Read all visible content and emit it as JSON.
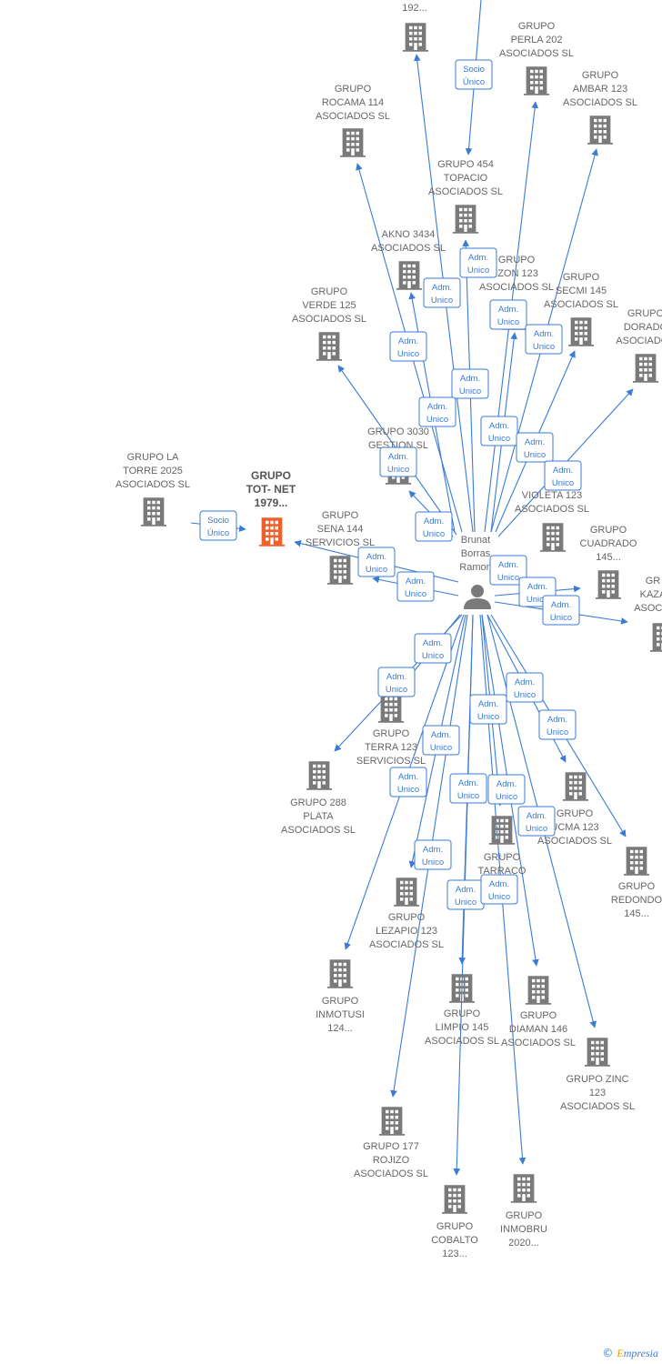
{
  "diagram": {
    "center_person": {
      "name_lines": [
        "Brunat",
        "Borras",
        "Ramon"
      ]
    },
    "focus_company": {
      "name_lines": [
        "GRUPO",
        "TOT- NET",
        "1979..."
      ]
    },
    "companies": [
      {
        "id": "c192",
        "lines": [
          "192..."
        ]
      },
      {
        "id": "perla",
        "lines": [
          "GRUPO",
          "PERLA 202",
          "ASOCIADOS  SL"
        ]
      },
      {
        "id": "ambar",
        "lines": [
          "GRUPO",
          "AMBAR 123",
          "ASOCIADOS  SL"
        ]
      },
      {
        "id": "rocama",
        "lines": [
          "GRUPO",
          "ROCAMA 114",
          "ASOCIADOS  SL"
        ]
      },
      {
        "id": "topacio",
        "lines": [
          "GRUPO 454",
          "TOPACIO",
          "ASOCIADOS  SL"
        ]
      },
      {
        "id": "akno",
        "lines": [
          "AKNO 3434",
          "ASOCIADOS  SL"
        ]
      },
      {
        "id": "izon",
        "lines": [
          "GRUPO",
          "IZON 123",
          "ASOCIADOS  SL"
        ]
      },
      {
        "id": "secmi",
        "lines": [
          "GRUPO",
          "SECMI 145",
          "ASOCIADOS  SL"
        ]
      },
      {
        "id": "dorado",
        "lines": [
          "GRUPO",
          "DORADO",
          "ASOCIADOS"
        ]
      },
      {
        "id": "verde",
        "lines": [
          "GRUPO",
          "VERDE 125",
          "ASOCIADOS  SL"
        ]
      },
      {
        "id": "gestion",
        "lines": [
          "GRUPO 3030",
          "GESTION  SL"
        ]
      },
      {
        "id": "latorre",
        "lines": [
          "GRUPO LA",
          "TORRE 2025",
          "ASOCIADOS  SL"
        ]
      },
      {
        "id": "sena",
        "lines": [
          "GRUPO",
          "SENA 144",
          "SERVICIOS  SL"
        ]
      },
      {
        "id": "violeta",
        "lines": [
          "GR",
          "VIOLETA 123",
          "ASOCIADOS  SL"
        ]
      },
      {
        "id": "cuadrado",
        "lines": [
          "GRUPO",
          "CUADRADO",
          "145..."
        ]
      },
      {
        "id": "kaza",
        "lines": [
          "GR",
          "KAZA",
          "ASOCIA"
        ]
      },
      {
        "id": "terra",
        "lines": [
          "GRUPO",
          "TERRA 123",
          "SERVICIOS  SL"
        ]
      },
      {
        "id": "plata",
        "lines": [
          "GRUPO 288",
          "PLATA",
          "ASOCIADOS  SL"
        ]
      },
      {
        "id": "ucma",
        "lines": [
          "GRUPO",
          "UCMA 123",
          "ASOCIADOS  SL"
        ]
      },
      {
        "id": "redondo",
        "lines": [
          "GRUPO",
          "REDONDO",
          "145..."
        ]
      },
      {
        "id": "tarraco",
        "lines": [
          "GRUPO",
          "TARRACO"
        ]
      },
      {
        "id": "lezapio",
        "lines": [
          "GRUPO",
          "LEZAPIO 123",
          "ASOCIADOS  SL"
        ]
      },
      {
        "id": "inmotusi",
        "lines": [
          "GRUPO",
          "INMOTUSI",
          "124..."
        ]
      },
      {
        "id": "limpio",
        "lines": [
          "GRUPO",
          "LIMPIO 145",
          "ASOCIADOS  SL"
        ]
      },
      {
        "id": "diaman",
        "lines": [
          "GRUPO",
          "DIAMAN 146",
          "ASOCIADOS  SL"
        ]
      },
      {
        "id": "zinc",
        "lines": [
          "GRUPO ZINC",
          "123",
          "ASOCIADOS  SL"
        ]
      },
      {
        "id": "rojizo",
        "lines": [
          "GRUPO 177",
          "ROJIZO",
          "ASOCIADOS  SL"
        ]
      },
      {
        "id": "cobalto",
        "lines": [
          "GRUPO",
          "COBALTO",
          "123..."
        ]
      },
      {
        "id": "inmobru",
        "lines": [
          "GRUPO",
          "INMOBRU",
          "2020..."
        ]
      }
    ],
    "edge_labels": {
      "admin": [
        "Adm.",
        "Unico"
      ],
      "socio": [
        "Socio",
        "Único"
      ]
    }
  },
  "footer": {
    "copyright_symbol": "©",
    "brand_initial": "E",
    "brand_rest": "mpresia"
  },
  "colors": {
    "edge": "#3a7bd5",
    "building": "#7a7a7a",
    "focus_building": "#f0602a",
    "label": "#666666"
  }
}
